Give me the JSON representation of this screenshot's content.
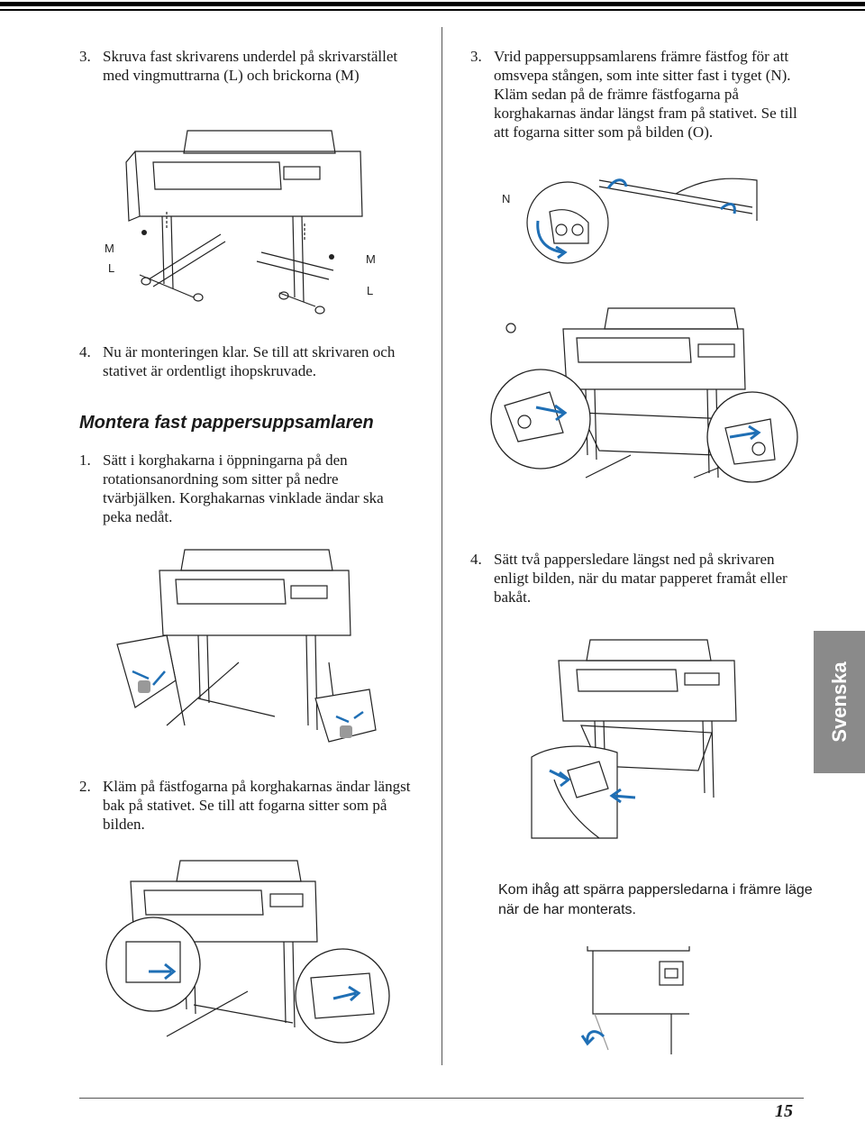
{
  "page": {
    "number": "15",
    "side_tab": "Svenska"
  },
  "left": {
    "step3": {
      "num": "3.",
      "text": "Skruva fast skrivarens underdel på skrivarstället med vingmuttrarna (L) och brickorna (M)"
    },
    "fig1_labels": [
      "M",
      "L",
      "M",
      "L"
    ],
    "step4": {
      "num": "4.",
      "text": "Nu är monteringen klar. Se till att skrivaren och stativet är ordentligt ihopskruvade."
    },
    "heading": "Montera fast pappersuppsamlaren",
    "stepA1": {
      "num": "1.",
      "text": "Sätt i korghakarna i öppningarna på den rotationsanordning som sitter på nedre tvärbjälken. Korghakarnas vinklade ändar ska peka nedåt."
    },
    "stepA2": {
      "num": "2.",
      "text": "Kläm på fästfogarna på korghakarnas ändar längst bak på stativet. Se till att fogarna sitter som på bilden."
    }
  },
  "right": {
    "step3": {
      "num": "3.",
      "text": "Vrid pappersuppsamlarens främre fästfog för att omsvepa stången, som inte sitter fast i tyget (N). Kläm sedan på de främre fästfogarna på korghakarnas ändar längst fram på stativet. Se till att fogarna sitter som på bilden (O)."
    },
    "fig_label_n": "N",
    "fig_label_o": "O",
    "step4": {
      "num": "4.",
      "text": "Sätt två pappersledare längst ned på skrivaren enligt bilden, när du matar papperet framåt eller bakåt."
    },
    "note": "Kom ihåg att spärra pappersledarna i främre läge när de har monterats."
  },
  "colors": {
    "accent_blue": "#1f6fb5",
    "tab_gray": "#8a8a8a"
  }
}
